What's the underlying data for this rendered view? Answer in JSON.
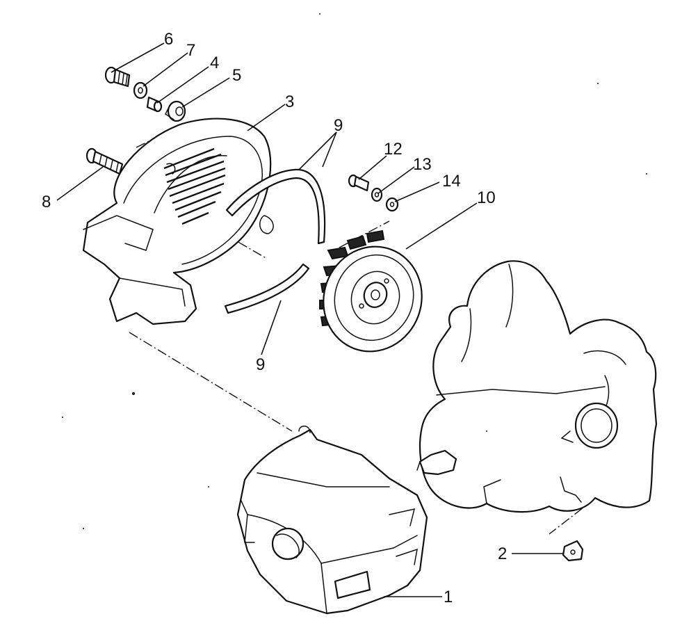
{
  "labels": {
    "p1": "1",
    "p2": "2",
    "p3": "3",
    "p4": "4",
    "p5": "5",
    "p6": "6",
    "p7": "7",
    "p8": "8",
    "p9a": "9",
    "p9b": "9",
    "p10": "10",
    "p12": "12",
    "p13": "13",
    "p14": "14"
  }
}
